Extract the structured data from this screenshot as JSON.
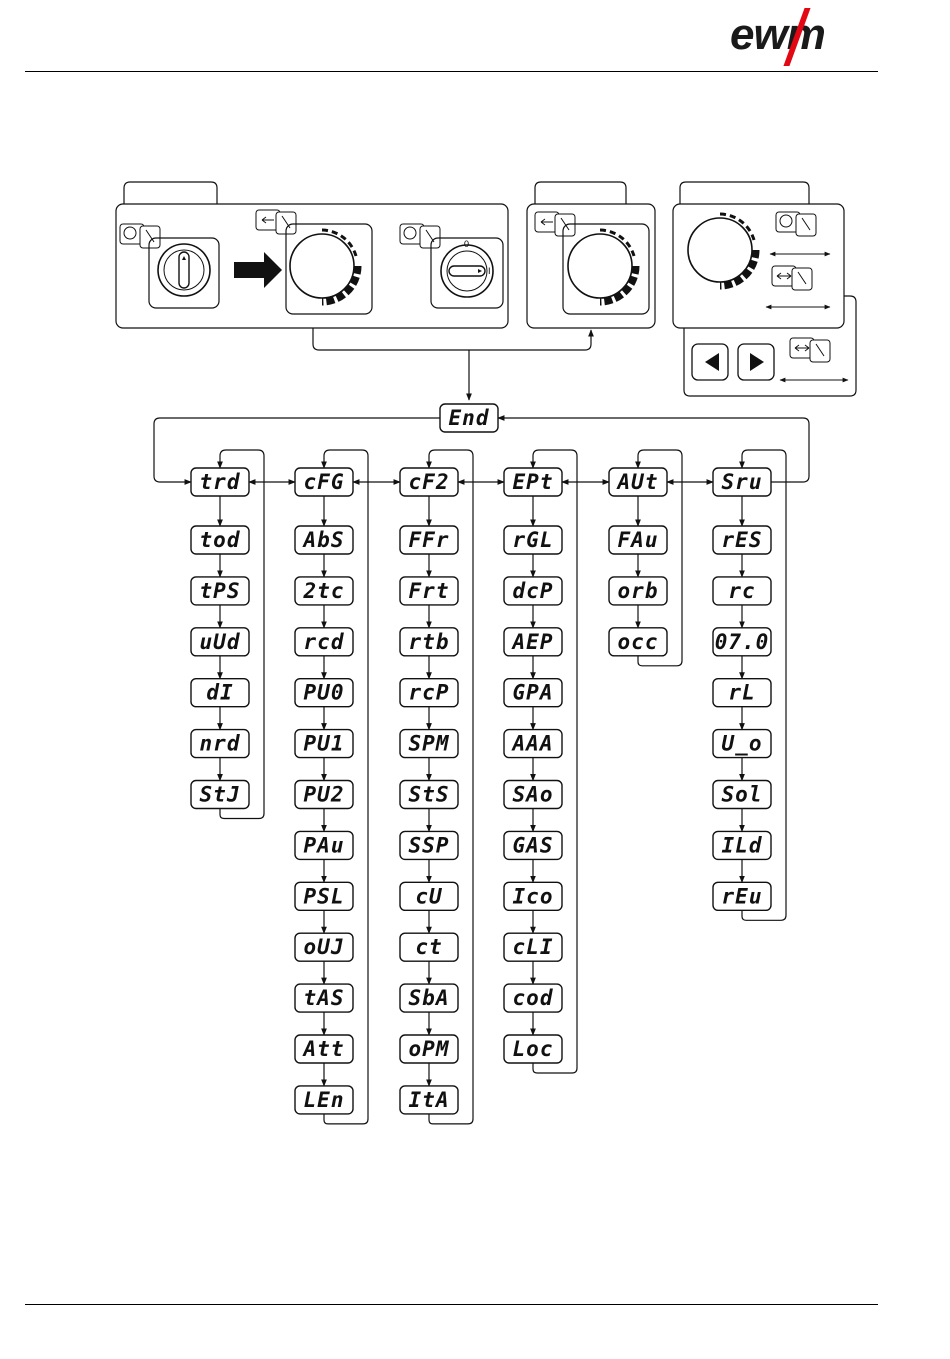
{
  "brand": {
    "logo_text": "ewm",
    "accent_color": "#e30613"
  },
  "controls": {
    "panel_left": [
      "key-switch-icon",
      "arrow-right-icon",
      "rotary-knob-icon",
      "key-switch-on-icon"
    ],
    "panel_middle": [
      "rotary-knob-icon"
    ],
    "panel_right": [
      "rotary-knob-icon",
      "select-button-icon",
      "left-right-button-icon"
    ],
    "nav_buttons": [
      "arrow-left-icon",
      "arrow-right-icon"
    ]
  },
  "menu": {
    "end": "End",
    "columns": [
      {
        "header": "trd",
        "items": [
          "tod",
          "tPS",
          "uUd",
          "dI",
          "nrd",
          "StJ"
        ]
      },
      {
        "header": "cFG",
        "items": [
          "AbS",
          "2tc",
          "rcd",
          "PU0",
          "PU1",
          "PU2",
          "PAu",
          "PSL",
          "oUJ",
          "tAS",
          "Att",
          "LEn"
        ]
      },
      {
        "header": "cF2",
        "items": [
          "FFr",
          "Frt",
          "rtb",
          "rcP",
          "SPM",
          "StS",
          "SSP",
          "cU",
          "ct",
          "SbA",
          "oPM",
          "ItA"
        ]
      },
      {
        "header": "EPt",
        "items": [
          "rGL",
          "dcP",
          "AEP",
          "GPA",
          "AAA",
          "SAo",
          "GAS",
          "Ico",
          "cLI",
          "cod",
          "Loc"
        ]
      },
      {
        "header": "AUt",
        "items": [
          "FAu",
          "orb",
          "occ"
        ]
      },
      {
        "header": "Sru",
        "items": [
          "rES",
          "rc",
          "07.0",
          "rL",
          "U_o",
          "Sol",
          "ILd",
          "rEu"
        ]
      }
    ]
  }
}
